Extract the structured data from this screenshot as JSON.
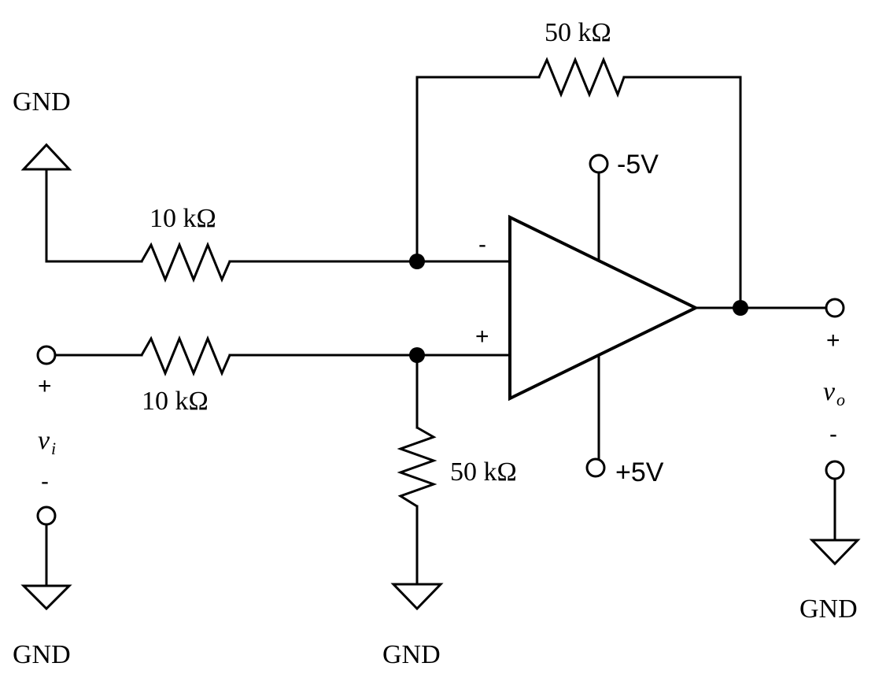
{
  "labels": {
    "gnd_top_left": "GND",
    "gnd_bottom_left": "GND",
    "gnd_bottom_mid": "GND",
    "gnd_bottom_right": "GND",
    "r_feedback": "50 kΩ",
    "r_in_top": "10 kΩ",
    "r_in_bottom": "10 kΩ",
    "r_ground": "50 kΩ",
    "supply_neg": "-5V",
    "supply_pos": "+5V",
    "input_minus": "-",
    "input_plus": "+",
    "vi_plus": "+",
    "vi_minus": "-",
    "vo_plus": "+",
    "vo_minus": "-",
    "vi_symbol": "v",
    "vi_sub": "i",
    "vo_symbol": "v",
    "vo_sub": "o"
  }
}
